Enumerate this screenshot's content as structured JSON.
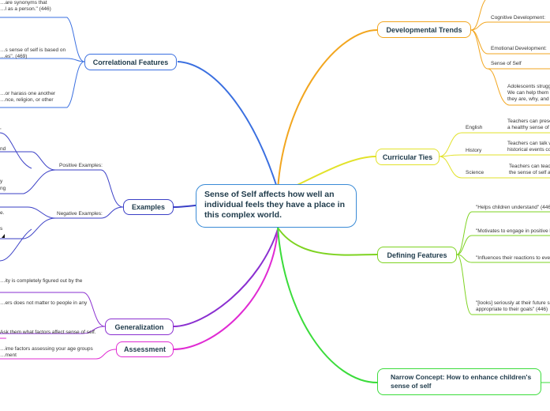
{
  "center": {
    "text": "Sense of Self affects how well an individual feels they have a place in this complex world."
  },
  "correlational": {
    "label": "Correlational Features",
    "items": [
      "…are synonyms that\n…l as a person.\" (446)",
      "…s sense of self is based on\n…es\". (469)",
      "…or harass one another\n…nce, religion, or other"
    ]
  },
  "examples": {
    "label": "Examples",
    "positive_label": "Positive Examples:",
    "negative_label": "Negative Examples:",
    "fragments": [
      ",",
      "nd",
      "y",
      "ng",
      "e.",
      "s"
    ]
  },
  "generalization": {
    "label": "Generalization",
    "items": [
      "…ity is completely figured out by the",
      "…ers does not matter to people in any"
    ]
  },
  "assessment": {
    "label": "Assessment",
    "items": [
      "Ask them what factors affect sense of self.",
      "…ime factors assessing your age groups\n…ment"
    ]
  },
  "developmental": {
    "label": "Developmental Trends",
    "items": [
      "Cognitive Development:",
      "Emotional Development:",
      "Sense of Self"
    ],
    "sub": "Adolescents strugg…\nWe can help them e…\nthey are, why, and t…"
  },
  "curricular": {
    "label": "Curricular Ties",
    "items": [
      {
        "subject": "English",
        "text": "Teachers can prese…\na healthy sense of s…"
      },
      {
        "subject": "History",
        "text": "Teachers can talk w…\nhistorical events co…"
      },
      {
        "subject": "Science",
        "text": "Teachers can teach…\nthe sense of self an…"
      }
    ]
  },
  "defining": {
    "label": "Defining Features",
    "items": [
      "\"Helps children understand\" (446)",
      "\"Motivates to engage in positive b…",
      "\"Influences their reactions to eve…",
      "\"[looks] seriously at their future se…\nappropriate to their goals\" (446)"
    ]
  },
  "narrow": {
    "label": "Narrow Concept: How to enhance children's\nsense of self"
  },
  "colors": {
    "correlational": "#3a6fe0",
    "examples": "#3a3fc6",
    "generalization": "#8a2fd0",
    "assessment": "#e02bd3",
    "developmental": "#f2a61f",
    "curricular": "#e2e22a",
    "defining": "#7ed321",
    "narrow": "#3bdc3b",
    "center": "#3a8bd6"
  }
}
